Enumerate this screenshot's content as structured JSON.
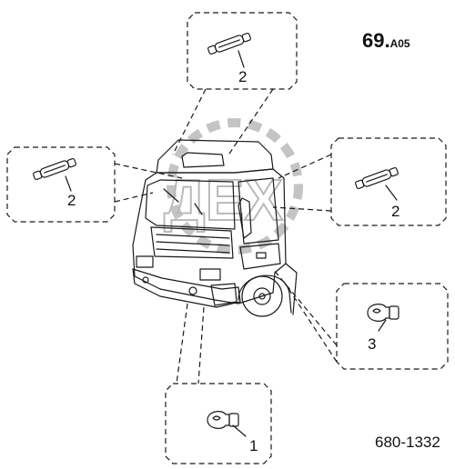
{
  "page_number": {
    "main": "69.",
    "suffix": "A05"
  },
  "drawing_number": "680-1332",
  "watermark": "ДЕХ",
  "callouts": [
    {
      "id": "top-bulb",
      "label": "2",
      "part": "festoon-bulb"
    },
    {
      "id": "left-bulb",
      "label": "2",
      "part": "festoon-bulb"
    },
    {
      "id": "right-bulb",
      "label": "2",
      "part": "festoon-bulb"
    },
    {
      "id": "side-bulb",
      "label": "3",
      "part": "indicator-bulb"
    },
    {
      "id": "bottom-bulb",
      "label": "1",
      "part": "indicator-bulb"
    }
  ]
}
